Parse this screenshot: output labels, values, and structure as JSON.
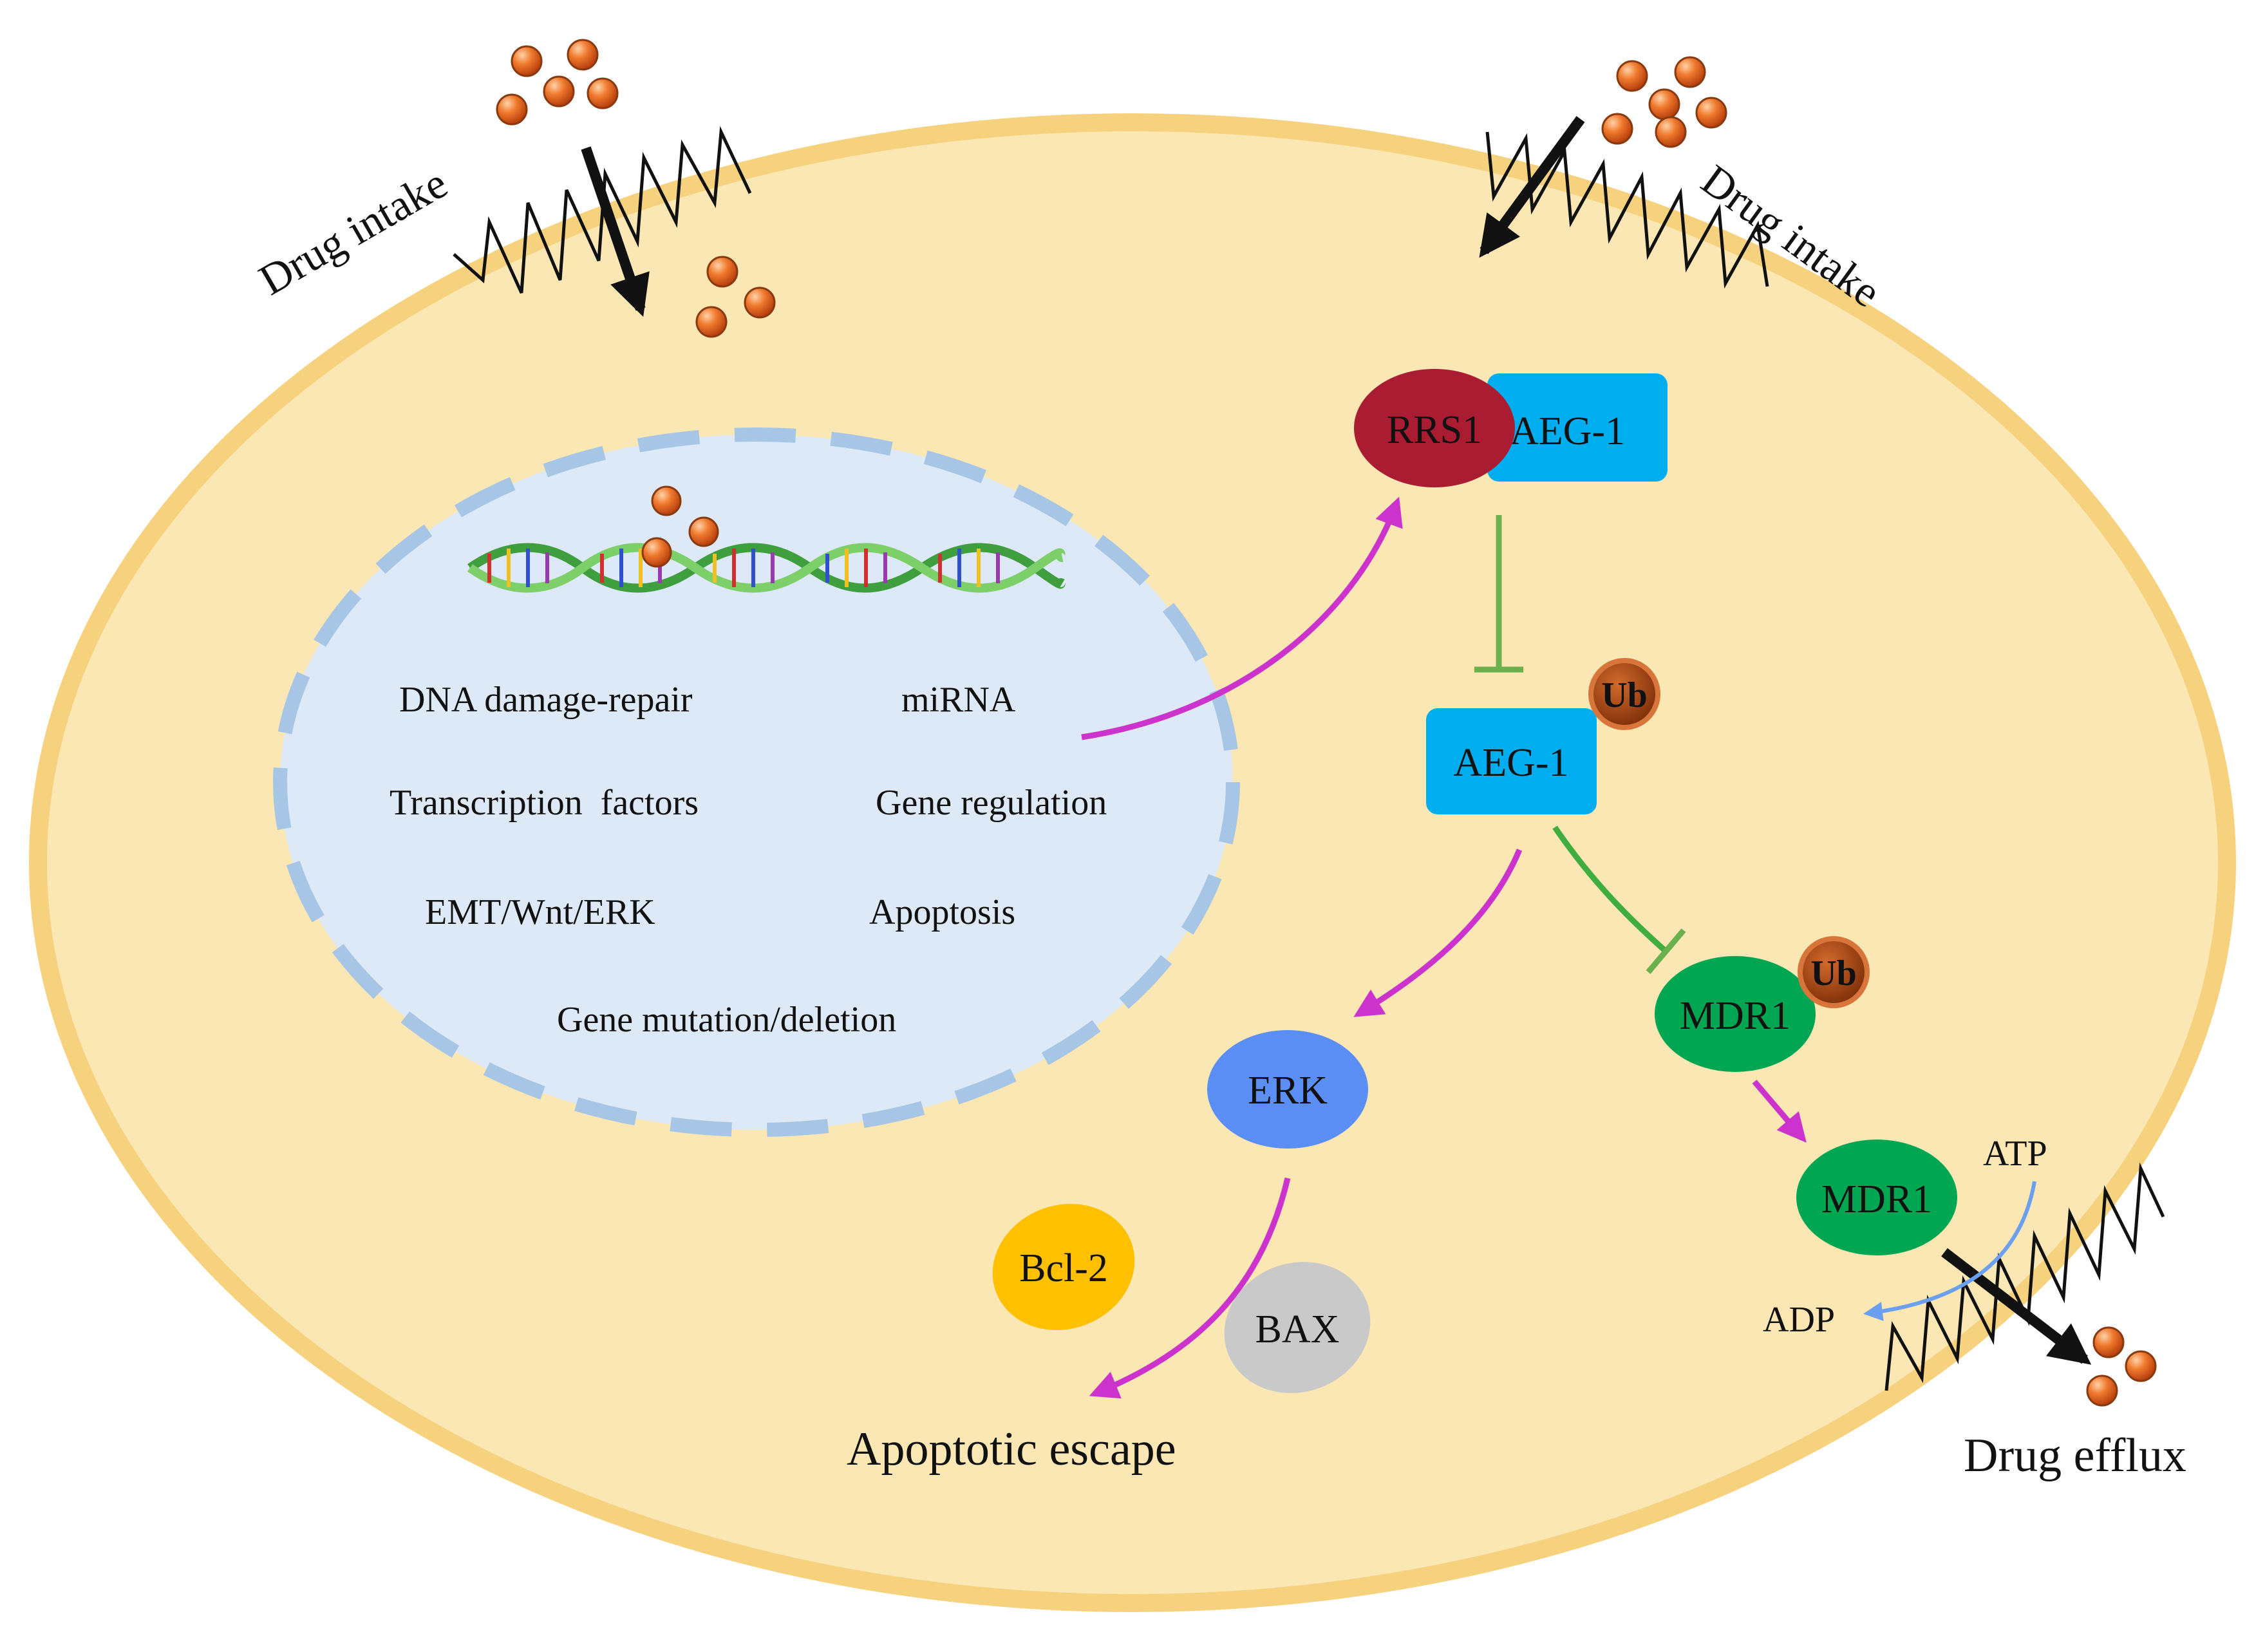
{
  "labels": {
    "drug_intake_left": "Drug intake",
    "drug_intake_right": "Drug intake",
    "drug_efflux": "Drug efflux",
    "apoptotic_escape": "Apoptotic escape",
    "atp": "ATP",
    "adp": "ADP"
  },
  "nucleus_items": {
    "dna_damage_repair": "DNA damage-repair",
    "mirna": "miRNA",
    "transcription_factors": "Transcription  factors",
    "gene_regulation": "Gene regulation",
    "emt_wnt_erk": "EMT/Wnt/ERK",
    "apoptosis": "Apoptosis",
    "gene_mutation_deletion": "Gene mutation/deletion"
  },
  "nodes": {
    "rrs1": "RRS1",
    "aeg1_complex": "AEG-1",
    "aeg1": "AEG-1",
    "ub_aeg1": "Ub",
    "mdr1_ub": "MDR1",
    "ub_mdr1": "Ub",
    "mdr1_membrane": "MDR1",
    "erk": "ERK",
    "bcl2": "Bcl-2",
    "bax": "BAX"
  },
  "colors": {
    "cell_fill": "#fbe7b4",
    "cell_border": "#f7d27e",
    "nucleus_fill": "#dde9f6",
    "nucleus_border": "#a7c6e6",
    "rrs1": "#a91c32",
    "aeg1": "#00aeef",
    "ub": "#8b3a10",
    "mdr1": "#00a651",
    "erk": "#5b8ff5",
    "bcl2": "#ffc000",
    "bax": "#c9c9c9",
    "activation_arrow": "#cc33cc",
    "inhibition_line": "#6ab04c",
    "drug_particle": "#e8651e",
    "atp_arrow": "#6b9ff0"
  }
}
